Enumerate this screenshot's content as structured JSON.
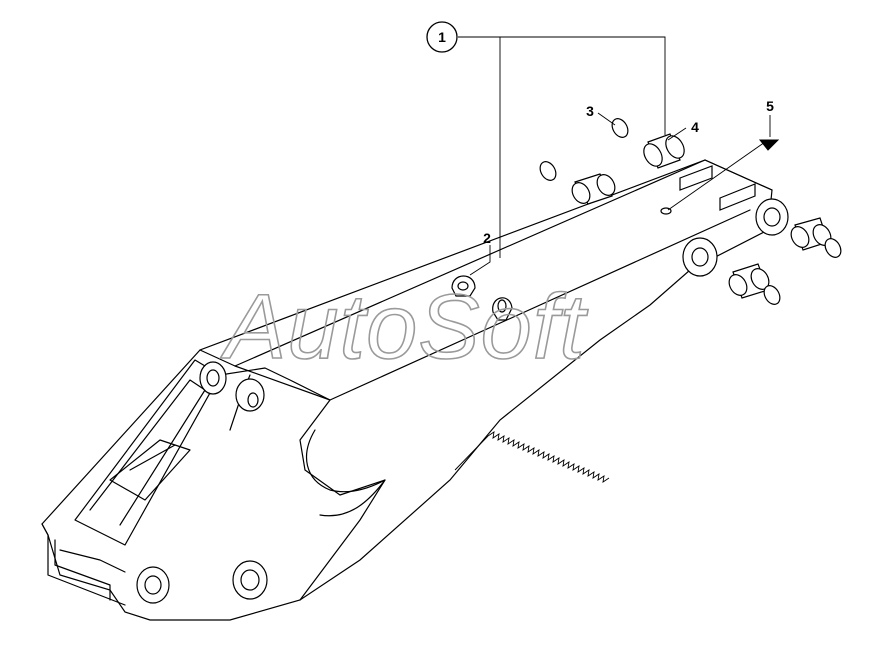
{
  "callouts": {
    "c1": "1",
    "c2": "2",
    "c3": "3",
    "c4": "4",
    "c5": "5"
  },
  "watermark": "AutoSoft"
}
